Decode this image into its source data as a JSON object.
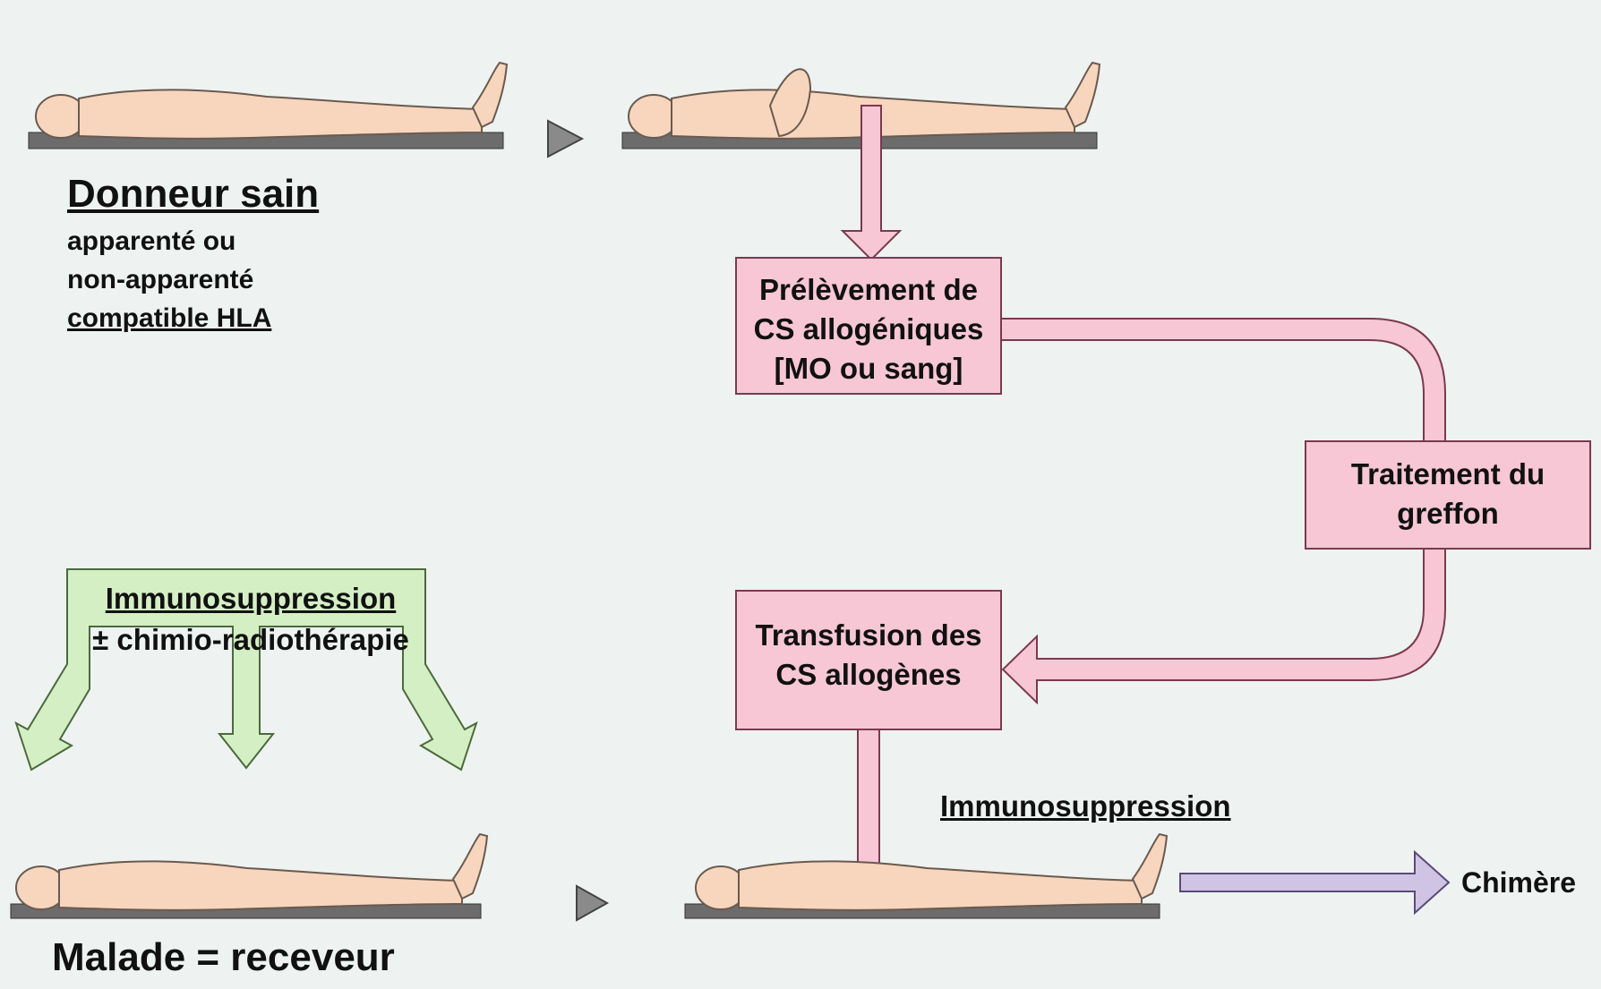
{
  "donor": {
    "title": "Donneur sain",
    "line1": "apparenté ou",
    "line2": "non-apparenté",
    "line3": "compatible HLA"
  },
  "collection_box": {
    "line1": "Prélèvement de",
    "line2": "CS allogéniques",
    "line3": "[MO ou sang]"
  },
  "treatment_box": {
    "line1": "Traitement du",
    "line2": "greffon"
  },
  "transfusion_box": {
    "line1": "Transfusion des",
    "line2": "CS allogènes"
  },
  "conditioning_box": {
    "line1": "Immunosuppression",
    "line2": "± chimio-radiothérapie"
  },
  "post_graft": {
    "label": "Immunosuppression"
  },
  "outcome": {
    "label": "Chimère"
  },
  "patient": {
    "title": "Malade = receveur"
  },
  "colors": {
    "pink_fill": "#f7c7d6",
    "pink_stroke": "#7a3a4f",
    "green_fill": "#d4efc4",
    "green_stroke": "#4a6a3c",
    "lavender_fill": "#cfc4e4",
    "skin": "#f7d6bd",
    "table": "#6c6c6c"
  }
}
